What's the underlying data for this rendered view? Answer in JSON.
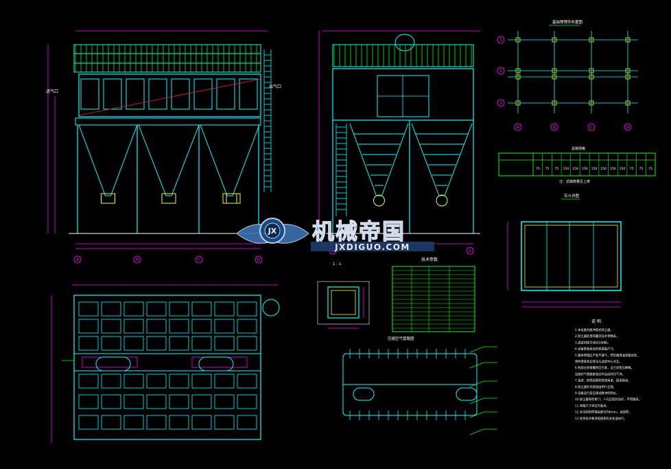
{
  "colors": {
    "background": "#000000",
    "frame_cyan": "#00ffff",
    "green": "#00ff00",
    "yellow": "#ffff00",
    "magenta": "#ff00ff",
    "white": "#ffffff",
    "red": "#ff2020",
    "watermark_blue": "#2a6fbf"
  },
  "views": {
    "front_label_left": "进气口",
    "front_label_right": "出气口",
    "grid_bottom_front": [
      "A",
      "B",
      "C",
      "D"
    ],
    "grid_bottom_side": [
      "1",
      "2"
    ],
    "top_table_title": "技术参数",
    "anchor_plan_title": "基础预埋件布置图",
    "anchor_axes_left": [
      "1",
      "2",
      "3"
    ],
    "anchor_axes_bottom": [
      "A",
      "B",
      "C",
      "D"
    ],
    "filter_table_head": "滤袋规格",
    "filter_table_note": "注：滤袋数量见上表",
    "filter_values": [
      "75",
      "75",
      "75",
      "150",
      "150",
      "150",
      "150",
      "150",
      "150",
      "150",
      "75",
      "75",
      "75"
    ],
    "hopper_title": "灰斗详图",
    "section_title": "1 - 1",
    "pipe_title": "压缩空气管路图",
    "notes_title": "说  明",
    "notes": [
      "1.本设备为脉冲袋式除尘器。",
      "2.除尘器处理风量见技术参数表。",
      "3.滤袋材质为涤纶针刺毡。",
      "4.设备安装前应检查基础尺寸。",
      "5.箱体焊缝应严密不漏气，焊后做煤油渗漏试验。",
      "   喷吹管安装应保证与滤袋中心对正。",
      "6.各部分连接螺栓应拧紧，法兰间垫石棉绳。",
      "   压缩空气管路安装完毕后应吹扫干净。",
      "7.油漆：除锈后刷防锈漆两道，面漆两道。",
      "8.除尘器外壳保温由用户自理。",
      "9.设备运行前应调试脉冲控制仪。",
      "10.除尘器各检修门、人孔应密封良好，不得漏风。",
      "11.本图尺寸单位为毫米。",
      "12.未注明的焊缝高度均为6mm，连续焊。",
      "13.其余技术要求按国家有关标准执行。"
    ]
  },
  "watermark": {
    "cn": "机械帝国",
    "en": "JXDIGUO.COM",
    "logo_letters": "JX"
  }
}
